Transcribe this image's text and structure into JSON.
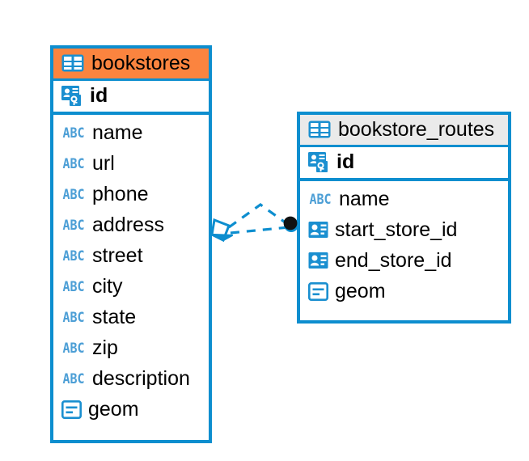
{
  "diagram": {
    "type": "entity-relationship-diagram",
    "background_color": "#ffffff",
    "accent_color": "#0d8ecf",
    "header_highlight_color": "#fb843f",
    "header_plain_color": "#eaeaea",
    "icon_color": "#1a8fd0"
  },
  "entities": [
    {
      "id": "bookstores",
      "title": "bookstores",
      "title_icon": "table-icon",
      "header_style": "accent",
      "primary_key": {
        "name": "id",
        "icon": "primary-key-icon"
      },
      "fields": [
        {
          "name": "name",
          "icon": "text-abc-icon",
          "icon_text": "ABC"
        },
        {
          "name": "url",
          "icon": "text-abc-icon",
          "icon_text": "ABC"
        },
        {
          "name": "phone",
          "icon": "text-abc-icon",
          "icon_text": "ABC"
        },
        {
          "name": "address",
          "icon": "text-abc-icon",
          "icon_text": "ABC"
        },
        {
          "name": "street",
          "icon": "text-abc-icon",
          "icon_text": "ABC"
        },
        {
          "name": "city",
          "icon": "text-abc-icon",
          "icon_text": "ABC"
        },
        {
          "name": "state",
          "icon": "text-abc-icon",
          "icon_text": "ABC"
        },
        {
          "name": "zip",
          "icon": "text-abc-icon",
          "icon_text": "ABC"
        },
        {
          "name": "description",
          "icon": "text-abc-icon",
          "icon_text": "ABC"
        },
        {
          "name": "geom",
          "icon": "geometry-icon",
          "icon_text": ""
        }
      ]
    },
    {
      "id": "bookstore_routes",
      "title": "bookstore_routes",
      "title_icon": "table-icon",
      "header_style": "plain",
      "primary_key": {
        "name": "id",
        "icon": "primary-key-icon"
      },
      "fields": [
        {
          "name": "name",
          "icon": "text-abc-icon",
          "icon_text": "ABC"
        },
        {
          "name": "start_store_id",
          "icon": "foreign-key-icon",
          "icon_text": ""
        },
        {
          "name": "end_store_id",
          "icon": "foreign-key-icon",
          "icon_text": ""
        },
        {
          "name": "geom",
          "icon": "geometry-icon",
          "icon_text": ""
        }
      ]
    }
  ],
  "relationship": {
    "from": "bookstores",
    "to": "bookstore_routes",
    "line_style": "dashed",
    "line_color": "#0d8ecf",
    "source_endpoint": "crows-foot-diamond",
    "target_endpoint": "filled-circle"
  }
}
